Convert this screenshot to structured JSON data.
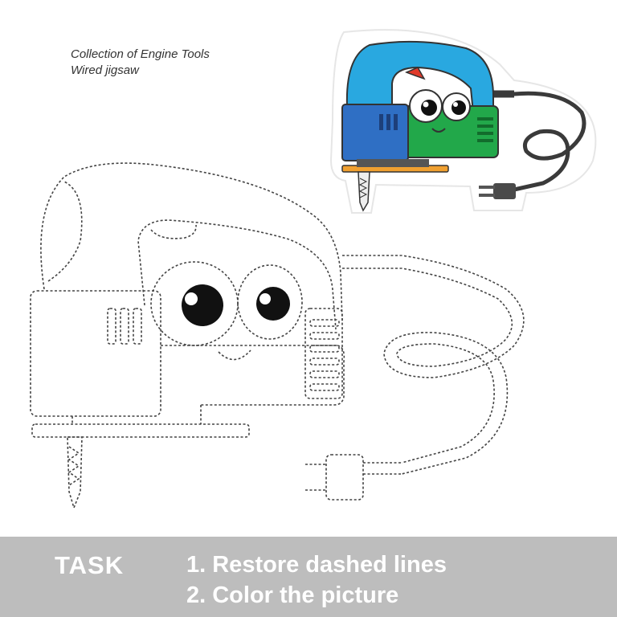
{
  "caption": {
    "line1": "Collection of Engine Tools",
    "line2": "Wired jigsaw"
  },
  "task": {
    "label": "TASK",
    "steps": [
      "1. Restore dashed lines",
      "2. Color the picture"
    ]
  },
  "colors": {
    "task_bar": "#bdbdbd",
    "body_blue": "#29a8e0",
    "handle_dark_blue": "#2f6fc4",
    "face_green": "#22a84a",
    "base_orange": "#f0a030",
    "cord_dark": "#3a3a3a"
  },
  "icons": [
    "jigsaw-color-illustration",
    "jigsaw-dashed-outline",
    "plug-icon"
  ]
}
